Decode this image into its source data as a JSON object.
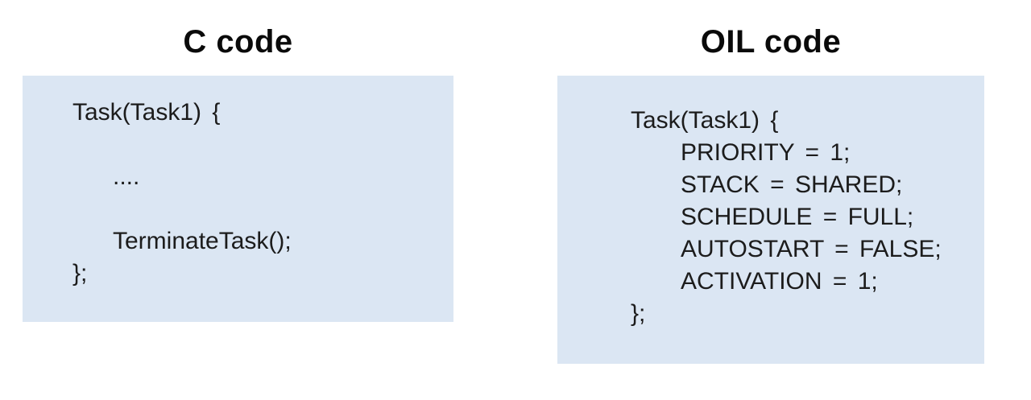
{
  "figure": {
    "panels": [
      {
        "title": "C code",
        "lines": [
          {
            "text": "Task(Task1) {",
            "indent": 0
          },
          {
            "text": "",
            "indent": 0
          },
          {
            "text": "....",
            "indent": 1
          },
          {
            "text": "",
            "indent": 0
          },
          {
            "text": "TerminateTask();",
            "indent": 1
          },
          {
            "text": "};",
            "indent": 0
          }
        ]
      },
      {
        "title": "OIL code",
        "lines": [
          {
            "text": "Task(Task1) {",
            "indent": 0
          },
          {
            "text": "PRIORITY = 1;",
            "indent": 1
          },
          {
            "text": "STACK = SHARED;",
            "indent": 1
          },
          {
            "text": "SCHEDULE = FULL;",
            "indent": 1
          },
          {
            "text": "AUTOSTART = FALSE;",
            "indent": 1
          },
          {
            "text": "ACTIVATION = 1;",
            "indent": 1
          },
          {
            "text": "};",
            "indent": 0
          }
        ]
      }
    ],
    "colors": {
      "box_background": "#dbe6f3",
      "code_text": "#1c1c1c",
      "title_text": "#0a0a0a"
    }
  }
}
